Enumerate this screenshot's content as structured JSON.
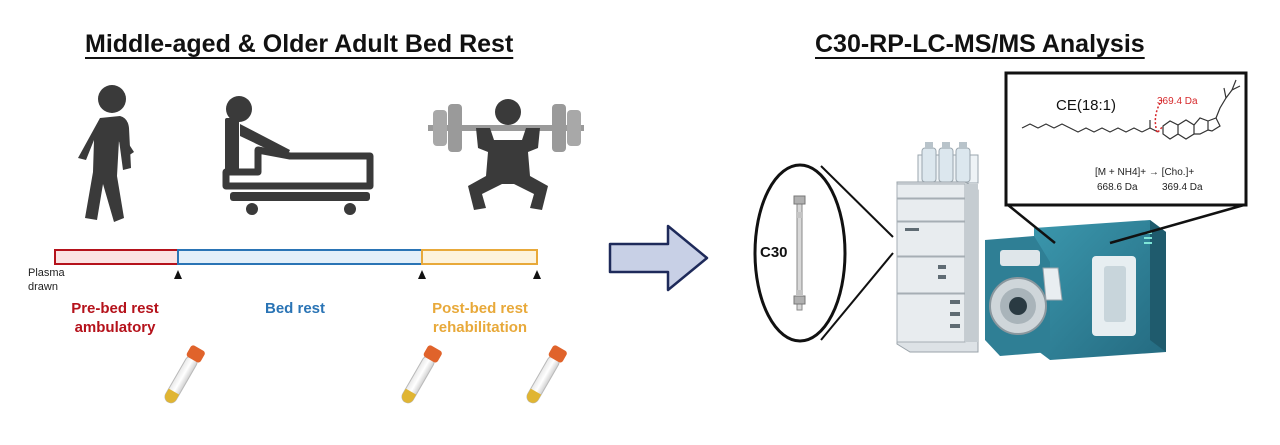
{
  "left_panel": {
    "title": "Middle-aged & Older Adult Bed Rest",
    "plasma_label": [
      "Plasma",
      "drawn"
    ],
    "phases": [
      {
        "lines": [
          "Pre-bed rest",
          "ambulatory"
        ],
        "color": "#b5121b"
      },
      {
        "lines": [
          "Bed rest"
        ],
        "color": "#2a74b5"
      },
      {
        "lines": [
          "Post-bed rest",
          "rehabilitation"
        ],
        "color": "#e8a93a"
      }
    ],
    "icons": [
      "walking-person-icon",
      "hospital-bed-icon",
      "weightlifter-squat-icon",
      "blood-tube-icon"
    ]
  },
  "right_panel": {
    "title": "C30-RP-LC-MS/MS Analysis",
    "column_label": "C30",
    "molecule": {
      "name": "CE(18:1)",
      "fragment_mass": "369.4 Da",
      "transition": "[M + NH4]+ → [Cho.]+",
      "precursor_mass": "668.6 Da",
      "product_mass": "369.4 Da"
    },
    "icons": [
      "right-arrow-icon",
      "c30-column-icon",
      "lc-ms-instrument-icon",
      "cholesteryl-ester-structure-icon"
    ]
  },
  "colors": {
    "pre_bed": "#b5121b",
    "bed": "#2a74b5",
    "post_bed": "#e8a93a",
    "icon_gray": "#3a3a3a",
    "instrument_teal": "#2f7f95",
    "fragment_red": "#d6282b"
  }
}
